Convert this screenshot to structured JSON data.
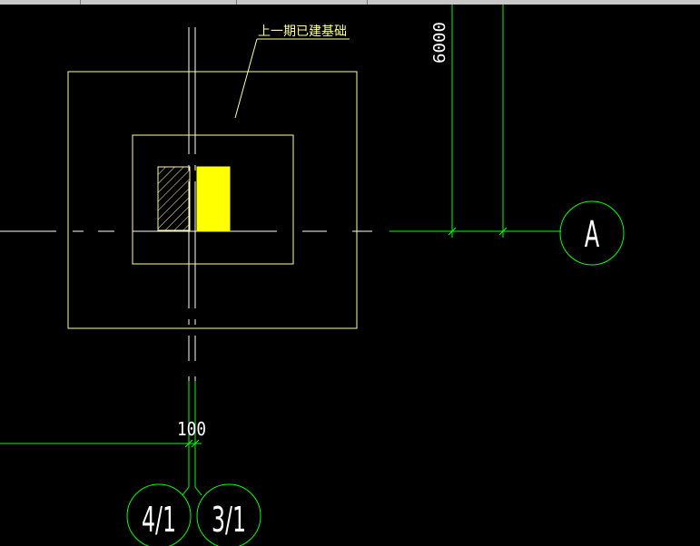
{
  "colors": {
    "background": "#000000",
    "foundation": "#ffff99",
    "column_fill": "#ffff00",
    "hatch": "#ffff99",
    "axis_line": "#ffffff",
    "dimension": "#00ff00",
    "leader": "#ffff99"
  },
  "labels": {
    "foundation_note": "上一期已建基础",
    "dim_vertical": "6000",
    "dim_horizontal": "100"
  },
  "grid_bubbles": {
    "a": "A",
    "axis_4_1": "4/1",
    "axis_3_1": "3/1"
  }
}
